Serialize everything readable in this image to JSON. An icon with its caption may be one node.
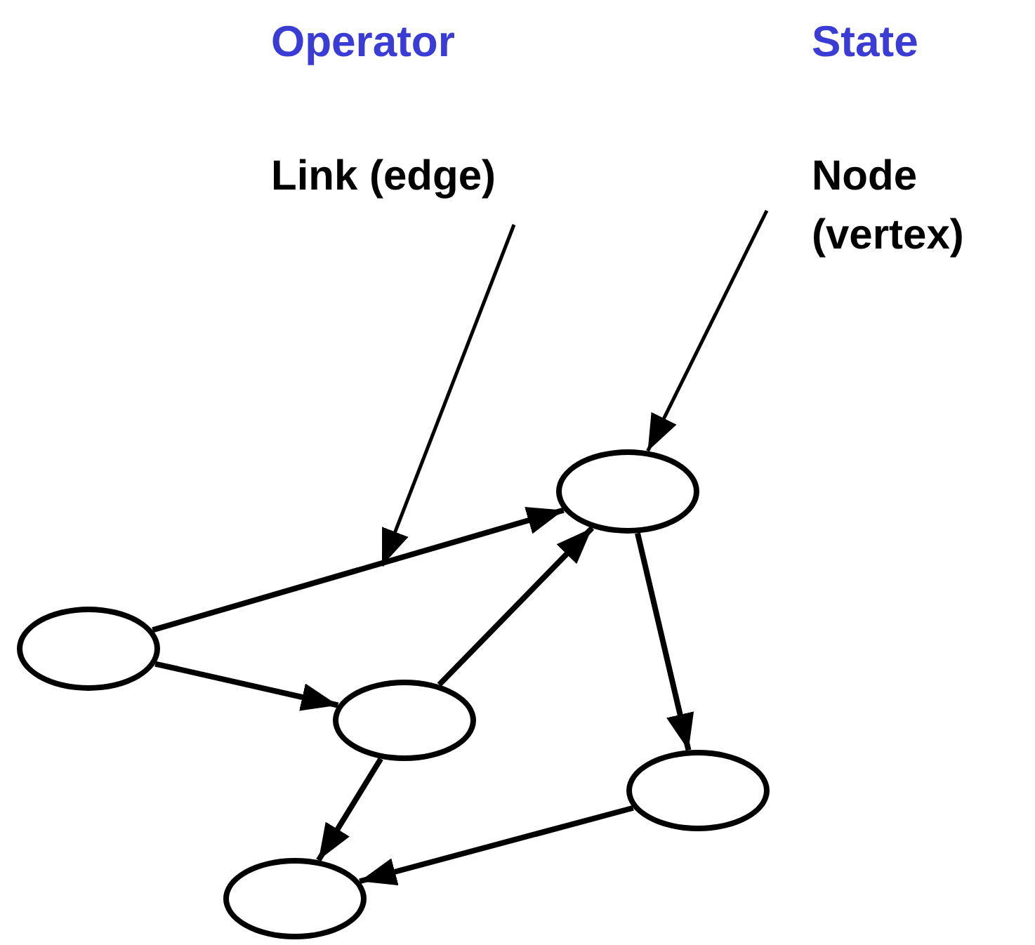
{
  "diagram": {
    "nodes": [
      {
        "text": [
          "Link (edge)"
        ]
      },
      {
        "text": [
          "Node (vertex)"
        ]
      },
      {
        "text": [],
        "shape": "circle"
      },
      {
        "text": [],
        "shape": "circle"
      },
      {
        "text": [],
        "shape": "circle"
      },
      {
        "text": [],
        "shape": "circle"
      },
      {
        "text": [],
        "shape": "circle"
      }
    ],
    "edges": [
      {
        "from": 0,
        "to": null,
        "arrow": "to"
      },
      {
        "from": 1,
        "to": 2,
        "arrow": "to"
      },
      {
        "from": 3,
        "to": 2,
        "arrow": "to"
      },
      {
        "from": 3,
        "to": 4,
        "arrow": "to"
      },
      {
        "from": 4,
        "to": 2,
        "arrow": "to"
      },
      {
        "from": 2,
        "to": 5,
        "arrow": "to"
      },
      {
        "from": 4,
        "to": 6,
        "arrow": "to"
      },
      {
        "from": 5,
        "to": 6,
        "arrow": "to"
      }
    ],
    "labels": [
      "Operator",
      "State"
    ]
  }
}
